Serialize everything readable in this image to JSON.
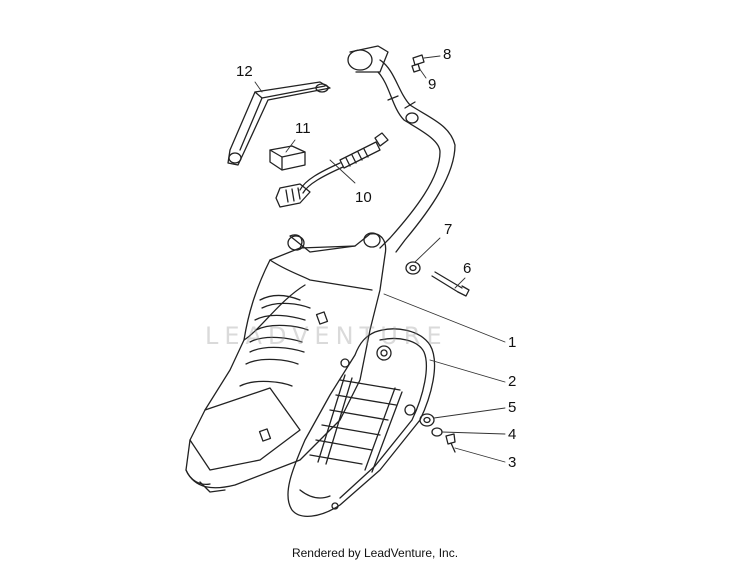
{
  "diagram": {
    "callouts": [
      {
        "id": "1",
        "label": "1"
      },
      {
        "id": "2",
        "label": "2"
      },
      {
        "id": "3",
        "label": "3"
      },
      {
        "id": "4",
        "label": "4"
      },
      {
        "id": "5",
        "label": "5"
      },
      {
        "id": "6",
        "label": "6"
      },
      {
        "id": "7",
        "label": "7"
      },
      {
        "id": "8",
        "label": "8"
      },
      {
        "id": "9",
        "label": "9"
      },
      {
        "id": "10",
        "label": "10"
      },
      {
        "id": "11",
        "label": "11"
      },
      {
        "id": "12",
        "label": "12"
      }
    ],
    "watermark": "LEADVENTURE",
    "credit": "Rendered by LeadVenture, Inc."
  }
}
